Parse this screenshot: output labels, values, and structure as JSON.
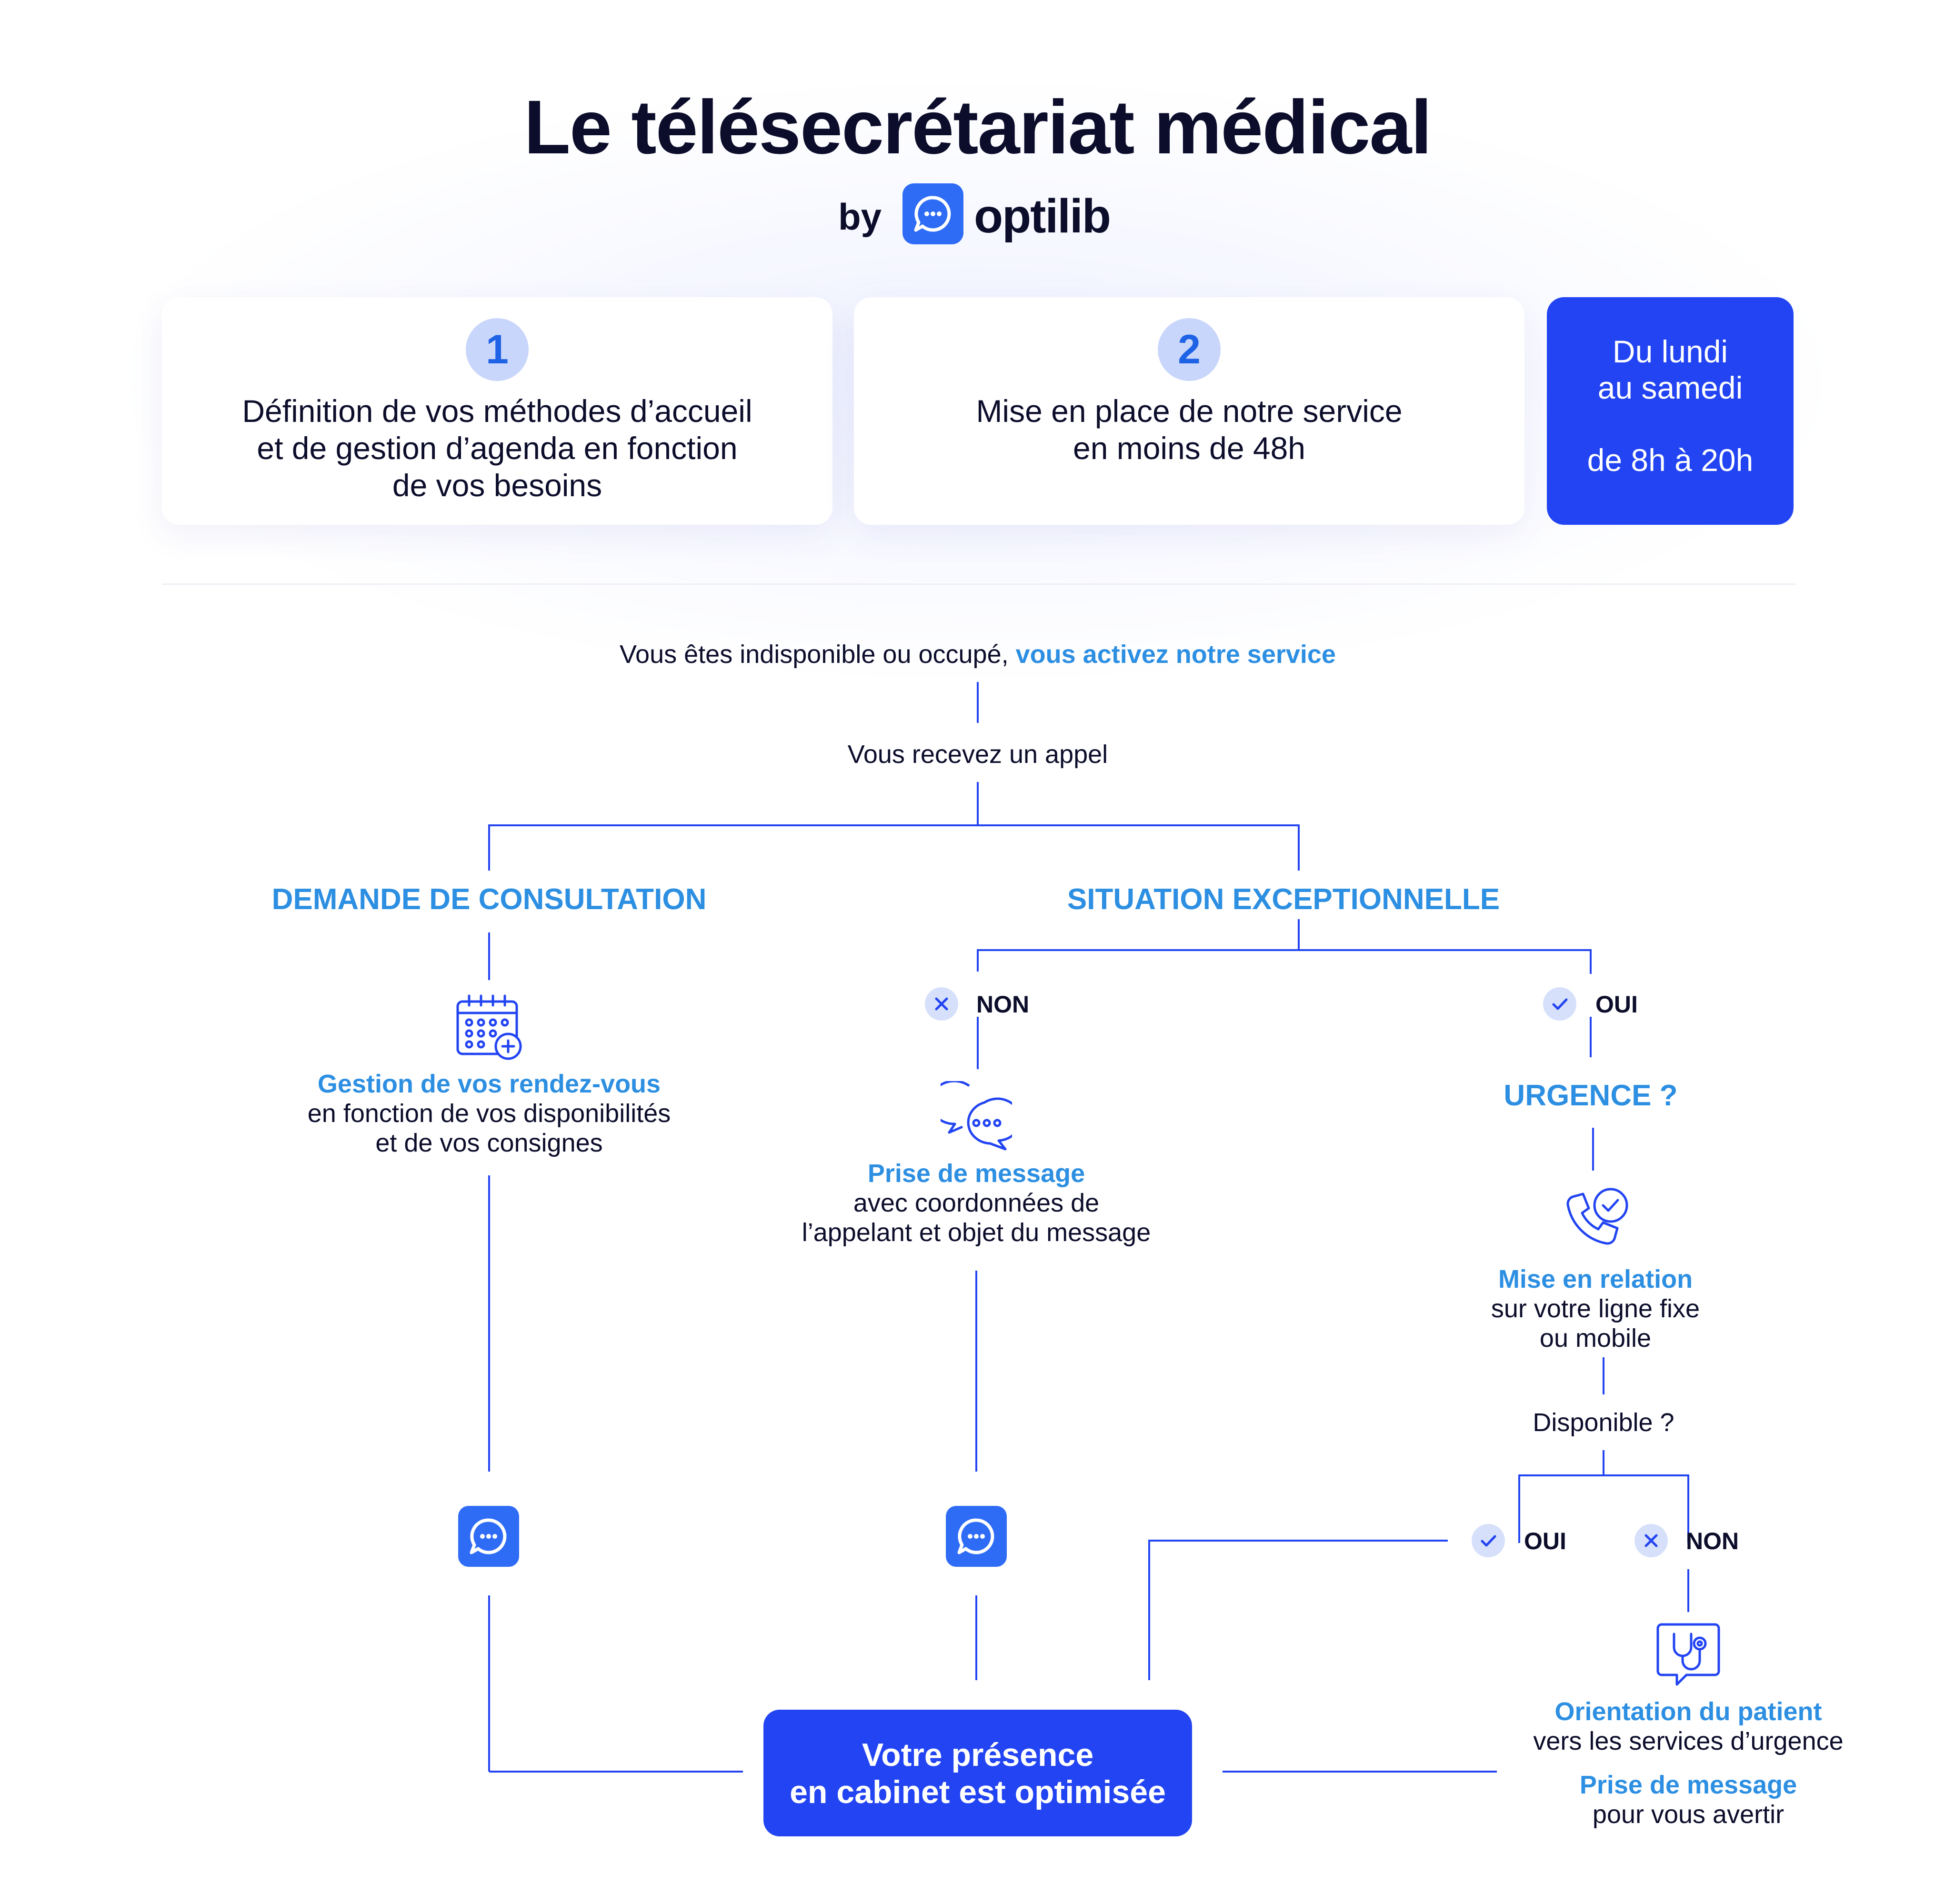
{
  "header": {
    "title": "Le télésecrétariat médical",
    "by": "by",
    "brand": "optilib"
  },
  "steps": [
    {
      "number": "1",
      "text_lines": [
        "Définition de vos méthodes d’accueil",
        "et de gestion d’agenda en fonction",
        "de vos besoins"
      ]
    },
    {
      "number": "2",
      "text_lines": [
        "Mise en place de notre service",
        "en moins de 48h"
      ]
    }
  ],
  "hours": {
    "line1": "Du lundi",
    "line2": "au samedi",
    "line3": "de 8h à 20h"
  },
  "flow": {
    "intro_plain": "Vous êtes indisponible ou occupé, ",
    "intro_highlight": "vous activez notre service",
    "receive_call": "Vous recevez un appel",
    "branch_consultation": "DEMANDE DE CONSULTATION",
    "branch_exceptional": "SITUATION EXCEPTIONNELLE",
    "non_label": "NON",
    "oui_label": "OUI",
    "urgence": "URGENCE ?",
    "rdv_title": "Gestion de vos rendez-vous",
    "rdv_line1": "en fonction de vos disponibilités",
    "rdv_line2": "et de vos consignes",
    "message_title": "Prise de message",
    "message_line1": "avec coordonnées de",
    "message_line2": "l’appelant et objet du message",
    "relation_title": "Mise en relation",
    "relation_line1": "sur votre ligne fixe",
    "relation_line2": "ou mobile",
    "disponible": "Disponible ?",
    "oui2": "OUI",
    "non2": "NON",
    "orientation_title": "Orientation du patient",
    "orientation_line": "vers les services d’urgence",
    "alert_title": "Prise de message",
    "alert_line": "pour vous avertir",
    "final_line1": "Votre présence",
    "final_line2": "en cabinet est optimisée"
  },
  "icons": [
    "chat-logo-icon",
    "calendar-add-icon",
    "chat-bubbles-icon",
    "phone-check-icon",
    "stethoscope-icon",
    "check-icon",
    "close-icon"
  ],
  "colors": {
    "navy": "#0c0d2b",
    "accent_blue": "#2244f2",
    "highlight_blue": "#2d8fe2",
    "logo_blue": "#2f6cf5",
    "badge_bg": "#c9d6fb"
  }
}
